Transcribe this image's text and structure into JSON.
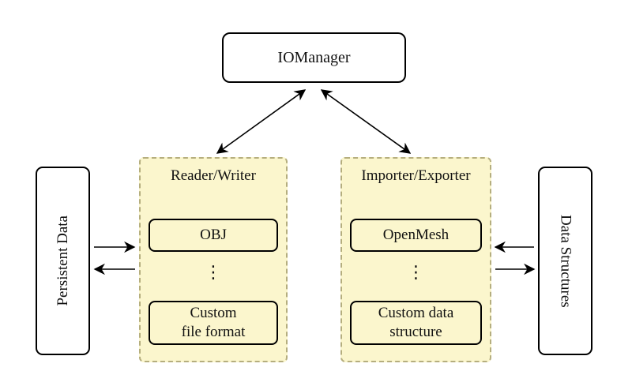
{
  "nodes": {
    "io_manager": {
      "label": "IOManager"
    },
    "persistent_data": {
      "label": "Persistent Data"
    },
    "data_structures": {
      "label": "Data Structures"
    },
    "reader_writer": {
      "title": "Reader/Writer",
      "items": [
        {
          "label": "OBJ"
        },
        {
          "label": "⋮"
        },
        {
          "label": "Custom\nfile format"
        }
      ]
    },
    "importer_exporter": {
      "title": "Importer/Exporter",
      "items": [
        {
          "label": "OpenMesh"
        },
        {
          "label": "⋮"
        },
        {
          "label": "Custom data\nstructure"
        }
      ]
    }
  },
  "colors": {
    "group_fill": "#fbf6cd",
    "group_border": "#b5ae7e",
    "line": "#000000",
    "background": "#ffffff"
  }
}
